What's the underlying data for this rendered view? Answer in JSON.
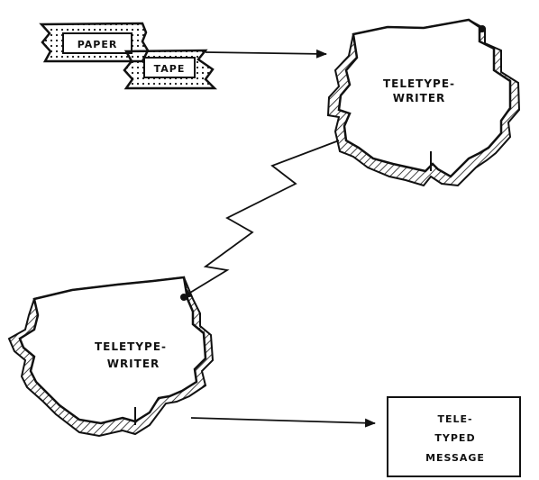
{
  "paper_tape": {
    "label_1": "PAPER",
    "label_2": "TAPE"
  },
  "teletypewriter_top": {
    "line_1": "TELETYPE-",
    "line_2": "WRITER"
  },
  "teletypewriter_bottom": {
    "line_1": "TELETYPE-",
    "line_2": "WRITER"
  },
  "message_box": {
    "line_1": "TELE-",
    "line_2": "TYPED",
    "line_3": "MESSAGE"
  },
  "colors": {
    "ink": "#111111",
    "paper": "#ffffff"
  }
}
